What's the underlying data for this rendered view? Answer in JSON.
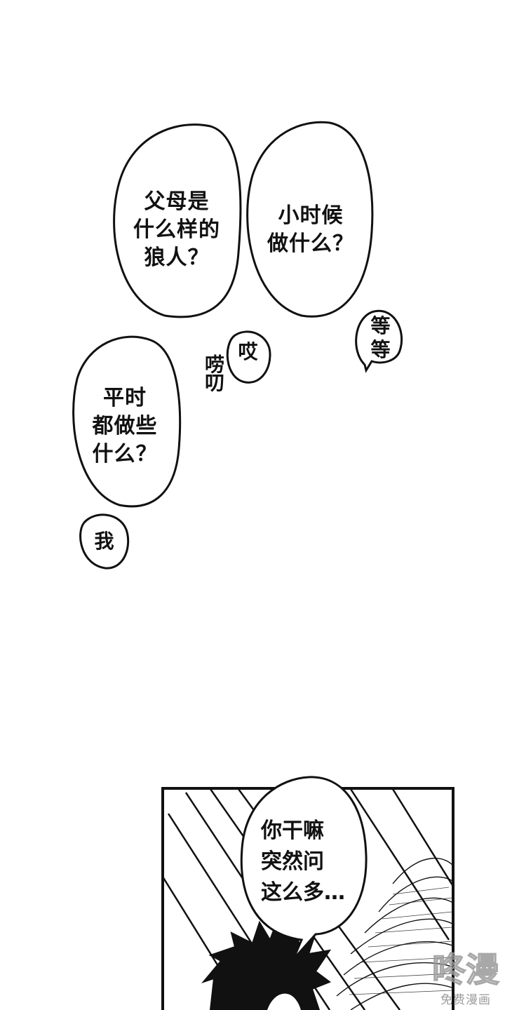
{
  "bubbles": {
    "parents": "父母是\n什么样的\n狼人？",
    "childhood": "小时候\n做什么？",
    "wait": "等\n等",
    "ai": "哎",
    "usual": "平时\n都做些\n什么？",
    "me": "我"
  },
  "sfx": {
    "nag": "唠叨"
  },
  "panel": {
    "question": "你干嘛\n突然问\n这么多…"
  },
  "watermark": {
    "mark": "咚漫",
    "sub": "免费漫画"
  }
}
